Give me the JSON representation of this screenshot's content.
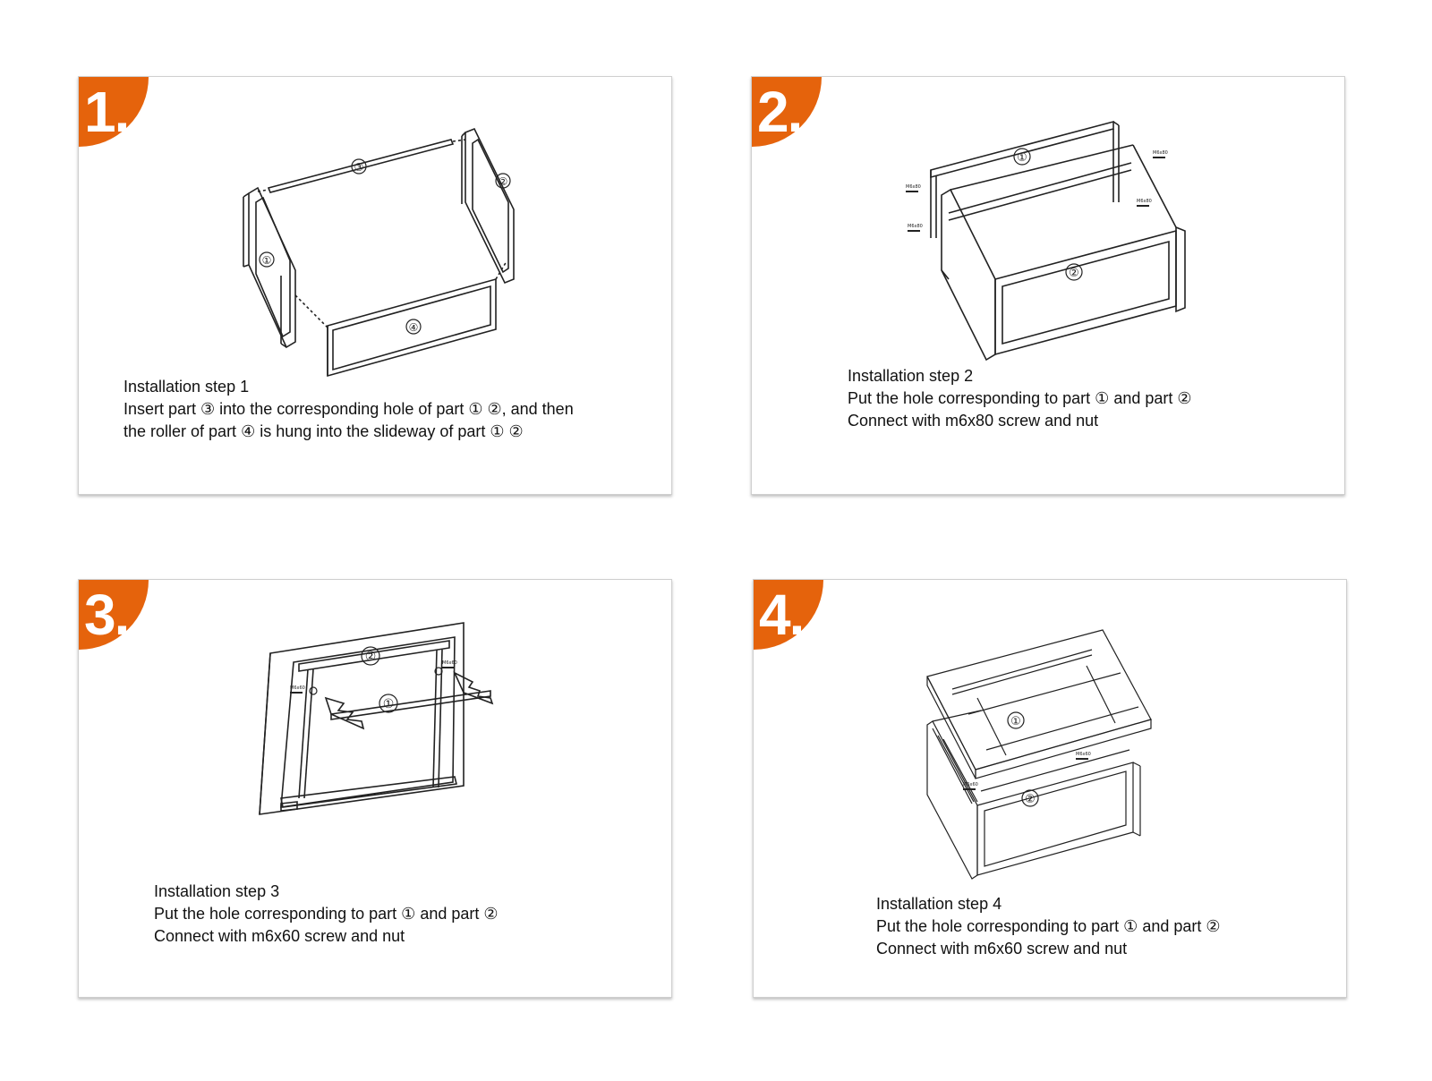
{
  "steps": [
    {
      "number": "1.",
      "lines": [
        "Installation step 1",
        "Insert part ③ into the corresponding hole of part ① ②, and then",
        "the roller of part ④ is hung into the slideway of part ① ②"
      ],
      "part_labels": [
        "③",
        "②",
        "①",
        "④"
      ]
    },
    {
      "number": "2.",
      "lines": [
        "Installation step 2",
        "Put the hole corresponding to part ① and part ②",
        "Connect with m6x80 screw and nut"
      ],
      "part_labels": [
        "①",
        "②"
      ],
      "screw_tag": "M6x80"
    },
    {
      "number": "3.",
      "lines": [
        "Installation step 3",
        "Put the hole corresponding to part ① and part ②",
        "Connect with m6x60 screw and nut"
      ],
      "part_labels": [
        "②",
        "①"
      ],
      "screw_tag": "M6x60"
    },
    {
      "number": "4.",
      "lines": [
        "Installation step 4",
        "Put the hole corresponding to part ① and part ②",
        "Connect with m6x60 screw and nut"
      ],
      "part_labels": [
        "①",
        "②"
      ],
      "screw_tag": "M6x60"
    }
  ],
  "colors": {
    "badge": "#e5630c",
    "line": "#222222",
    "panel_border": "#cfcfcf"
  }
}
